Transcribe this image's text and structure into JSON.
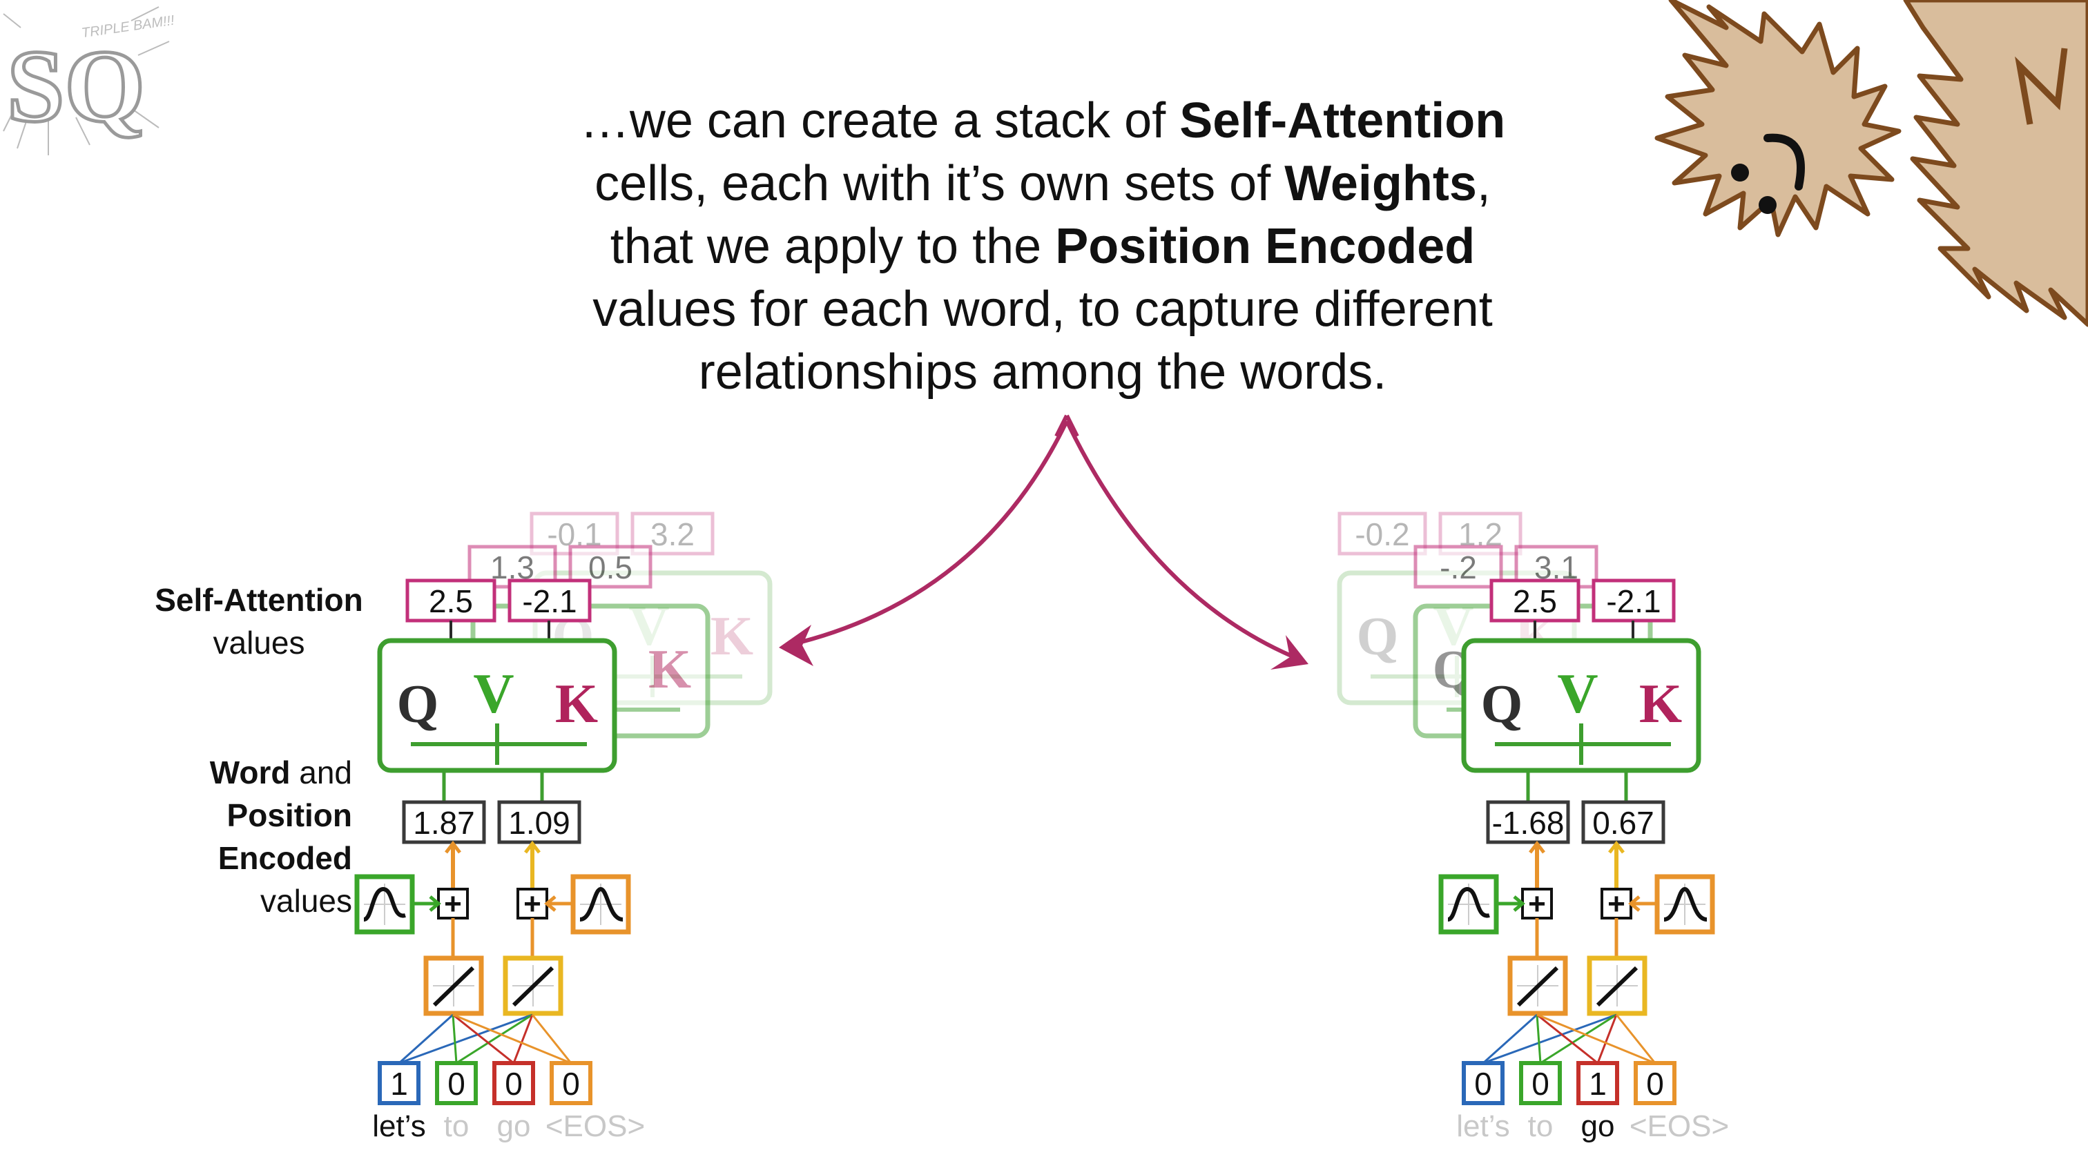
{
  "logo": {
    "letters": "SQ",
    "small_text": "TRIPLE BAM!!!"
  },
  "caption": {
    "lines": [
      [
        {
          "t": "…we can create a stack of ",
          "b": false
        },
        {
          "t": "Self-Attention",
          "b": true
        }
      ],
      [
        {
          "t": "cells, each with it’s own sets of ",
          "b": false
        },
        {
          "t": "Weights",
          "b": true
        },
        {
          "t": ",",
          "b": false
        }
      ],
      [
        {
          "t": "that we apply to the ",
          "b": false
        },
        {
          "t": "Position Encoded",
          "b": true
        }
      ],
      [
        {
          "t": "values for each word, to capture different",
          "b": false
        }
      ],
      [
        {
          "t": "relationships among the words.",
          "b": false
        }
      ]
    ]
  },
  "labels": {
    "self_attention_bold": "Self-Attention",
    "self_attention_rest": "values",
    "word_bold": "Word",
    "word_rest": " and",
    "position": "Position",
    "encoded": "Encoded",
    "values": "values"
  },
  "cell_letters": {
    "q": "Q",
    "v": "V",
    "k": "K"
  },
  "plus_symbol": "+",
  "colors": {
    "cell_green": "#3e9e2f",
    "query_dark": "#2f2f2f",
    "value_green": "#3aa62a",
    "key_magenta": "#b0235c",
    "arrow_magenta": "#ad2a63",
    "output_box": "#c2307a",
    "orange": "#e8932b",
    "yellow": "#e9b722",
    "blue": "#2a68b8",
    "red": "#c5302a",
    "squirrel_fill": "#d9bd9c",
    "squirrel_stroke": "#7d4a1e"
  },
  "left_diagram": {
    "back_values_2": [
      "-0.1",
      "3.2"
    ],
    "back_values_1": [
      "1.3",
      "0.5"
    ],
    "attention_values": [
      "2.5",
      "-2.1"
    ],
    "encoded_values": [
      "1.87",
      "1.09"
    ],
    "one_hot": [
      "1",
      "0",
      "0",
      "0"
    ],
    "words": [
      "let’s",
      "to",
      "go",
      "<EOS>"
    ],
    "active_word_index": 0
  },
  "right_diagram": {
    "back_values_2": [
      "-0.2",
      "1.2"
    ],
    "back_values_1": [
      "-.2",
      "3.1"
    ],
    "attention_values": [
      "2.5",
      "-2.1"
    ],
    "encoded_values": [
      "-1.68",
      "0.67"
    ],
    "one_hot": [
      "0",
      "0",
      "1",
      "0"
    ],
    "words": [
      "let’s",
      "to",
      "go",
      "<EOS>"
    ],
    "active_word_index": 2
  }
}
